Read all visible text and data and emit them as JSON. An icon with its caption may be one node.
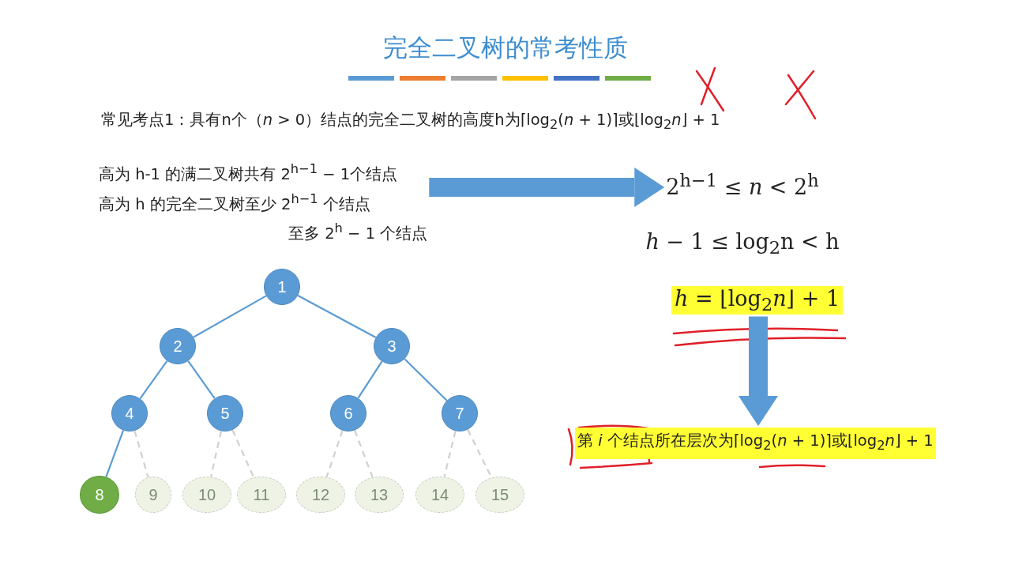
{
  "diagram": {
    "title": "完全二叉树的常考性质",
    "nodes": [
      {
        "text": [
          "1"
        ]
      },
      {
        "text": [
          "2"
        ]
      },
      {
        "text": [
          "3"
        ]
      },
      {
        "text": [
          "4"
        ]
      },
      {
        "text": [
          "5"
        ]
      },
      {
        "text": [
          "6"
        ]
      },
      {
        "text": [
          "7"
        ]
      },
      {
        "text": [
          "8"
        ]
      },
      {
        "text": [
          "9"
        ]
      },
      {
        "text": [
          "10"
        ]
      },
      {
        "text": [
          "11"
        ]
      },
      {
        "text": [
          "12"
        ]
      },
      {
        "text": [
          "13"
        ]
      },
      {
        "text": [
          "14"
        ]
      },
      {
        "text": [
          "15"
        ]
      },
      {
        "text": [
          "高为 h-1 的满二叉树共有 2$^{h−1}$ − 1个结点",
          "高为 h 的完全二叉树至少 2$^{h−1}$ 个结点",
          "至多 2$^{h}$ − 1 个结点"
        ]
      },
      {
        "text": [
          "2$^{h−1}$ ≤ *n* < 2$^{h}$"
        ]
      },
      {
        "text": [
          "*h* = ⌊log$_{2}$*n*⌋ + 1"
        ]
      },
      {
        "text": [
          "第 *i* 个结点所在层次为⌈log$_{2}$(*n* + 1)⌉或⌊log$_{2}$*n*⌋ + 1"
        ]
      }
    ],
    "edges": [
      {
        "from": 0,
        "to": 1,
        "arrow": "none"
      },
      {
        "from": 0,
        "to": 2,
        "arrow": "none"
      },
      {
        "from": 1,
        "to": 3,
        "arrow": "none"
      },
      {
        "from": 1,
        "to": 4,
        "arrow": "none"
      },
      {
        "from": 2,
        "to": 5,
        "arrow": "none"
      },
      {
        "from": 2,
        "to": 6,
        "arrow": "none"
      },
      {
        "from": 3,
        "to": 7,
        "arrow": "none"
      },
      {
        "from": 3,
        "to": 8,
        "arrow": "none",
        "style": "dashed",
        "color": "#d0d0d0"
      },
      {
        "from": 4,
        "to": 9,
        "arrow": "none",
        "style": "dashed",
        "color": "#d0d0d0"
      },
      {
        "from": 4,
        "to": 10,
        "arrow": "none",
        "style": "dashed",
        "color": "#d0d0d0"
      },
      {
        "from": 5,
        "to": 11,
        "arrow": "none",
        "style": "dashed",
        "color": "#d0d0d0"
      },
      {
        "from": 5,
        "to": 12,
        "arrow": "none",
        "style": "dashed",
        "color": "#d0d0d0"
      },
      {
        "from": 6,
        "to": 13,
        "arrow": "none",
        "style": "dashed",
        "color": "#d0d0d0"
      },
      {
        "from": 6,
        "to": 14,
        "arrow": "none",
        "style": "dashed",
        "color": "#d0d0d0"
      },
      {
        "from": 15,
        "to": 16,
        "arrow": "to",
        "style": "thick"
      },
      {
        "from": 17,
        "to": 18,
        "arrow": "to",
        "style": "thick"
      }
    ],
    "labels": [
      "常见考点1：具有n个（*n* > 0）结点的完全二叉树的高度h为⌈log$_{2}$(*n* + 1)⌉或⌊log$_{2}$*n*⌋ + 1",
      "*h* − 1 ≤ log$_{2}$n < h"
    ]
  }
}
